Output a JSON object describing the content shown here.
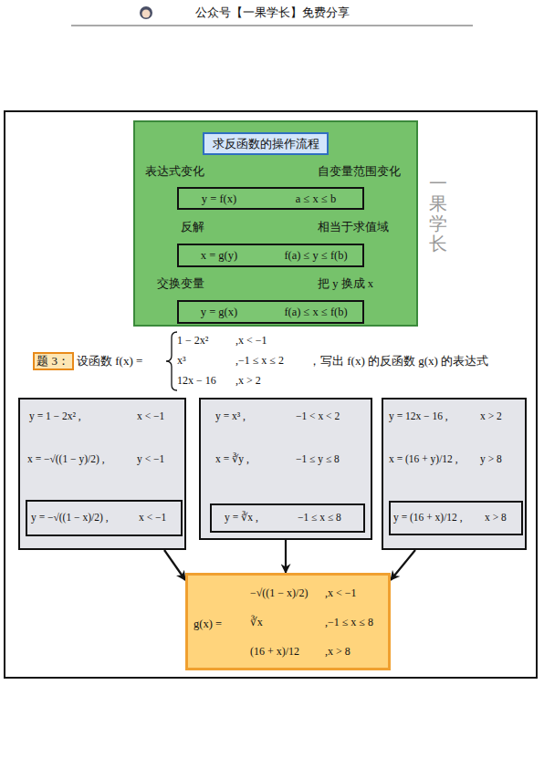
{
  "diagram": {
    "nodes": [
      {
        "text": []
      },
      {
        "text": [
          "求反函数的操作流程"
        ],
        "in": 0
      },
      {
        "text": [
          "y = f(x)",
          "a ≤ x ≤ b"
        ],
        "in": 0
      },
      {
        "text": [
          "x = g(y)",
          "f(a) ≤ y ≤ f(b)"
        ],
        "in": 0
      },
      {
        "text": [
          "y = g(x)",
          "f(a) ≤ x ≤ f(b)"
        ],
        "in": 0
      },
      {
        "text": [
          "题 3："
        ]
      },
      {
        "text": [
          "y = 1 − 2x² ,",
          "x < −1",
          "x = −√((1 − y)/2) ,",
          "y < −1"
        ]
      },
      {
        "text": [
          "y = −√((1 − x)/2) ,",
          "x < −1"
        ],
        "in": 6
      },
      {
        "text": [
          "y = x³ ,",
          "−1 < x < 2",
          "x = ∛y ,",
          "−1 ≤ y ≤ 8"
        ]
      },
      {
        "text": [
          "y = ∛x ,",
          "−1 ≤ x ≤ 8"
        ],
        "in": 8
      },
      {
        "text": [
          "y = 12x − 16 ,",
          "x > 2",
          "x = (16 + y)/12 ,",
          "y > 8"
        ]
      },
      {
        "text": [
          "y = (16 + x)/12 ,",
          "x > 8"
        ],
        "in": 10
      },
      {
        "text": [
          "g(x) =",
          "−√((1 − x)/2)",
          ",x < −1",
          "∛x",
          ",−1 ≤ x ≤ 8",
          "(16 + x)/12",
          ",x > 8"
        ]
      }
    ],
    "edges": [
      {
        "from": 1,
        "to": 2,
        "arrow": "to",
        "label": "表达式变化"
      },
      {
        "from": 1,
        "to": 2,
        "arrow": "to",
        "label": "自变量范围变化"
      },
      {
        "from": 2,
        "to": 3,
        "arrow": "to",
        "label": "反解"
      },
      {
        "from": 2,
        "to": 3,
        "arrow": "to",
        "label": "相当于求值域"
      },
      {
        "from": 3,
        "to": 4,
        "arrow": "to",
        "label": "交换变量"
      },
      {
        "from": 3,
        "to": 4,
        "arrow": "to",
        "label": "把 y 换成 x"
      },
      {
        "from": 6,
        "to": 12,
        "arrow": "to"
      },
      {
        "from": 8,
        "to": 12,
        "arrow": "to"
      },
      {
        "from": 10,
        "to": 12,
        "arrow": "to"
      }
    ],
    "labels": [
      "公众号【一果学长】免费分享",
      "设函数 f(x) =",
      "1 − 2x²",
      ",x < −1",
      "x³",
      ",−1 ≤ x ≤ 2",
      "12x − 16",
      ",x > 2",
      "，写出 f(x) 的反函数 g(x) 的表达式",
      "一果学长"
    ]
  }
}
